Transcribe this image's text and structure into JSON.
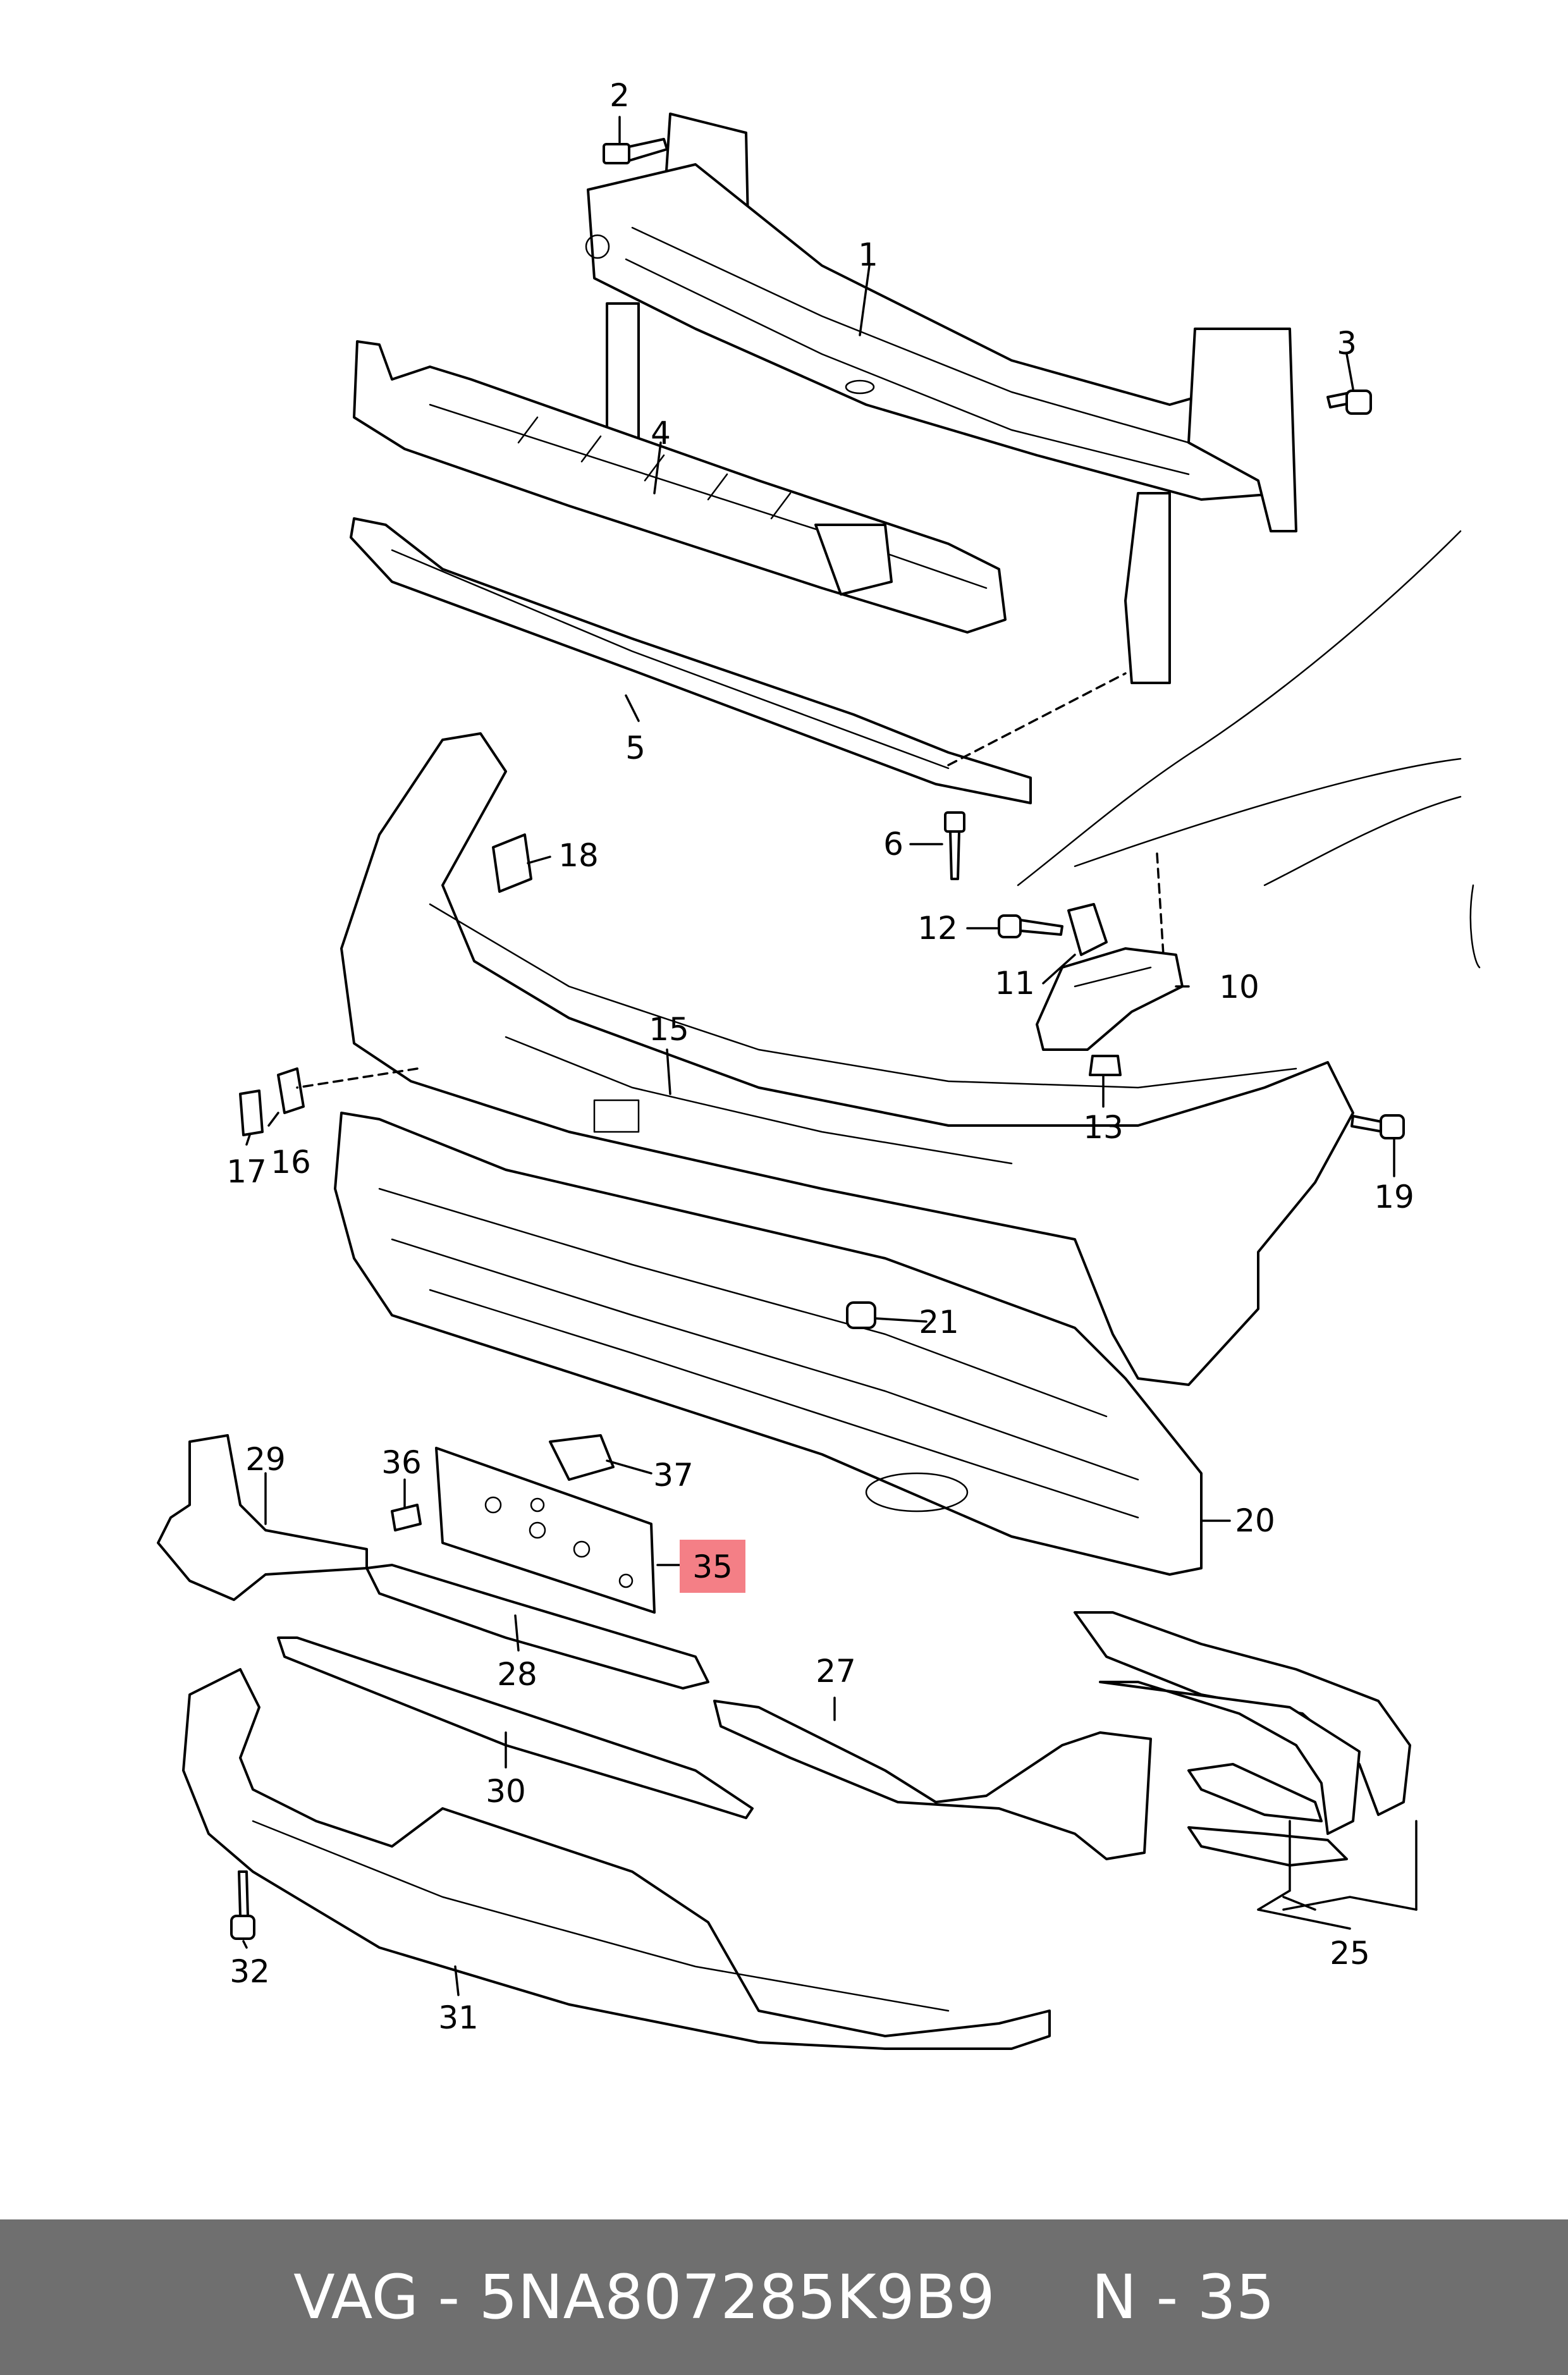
{
  "footer": {
    "brand": "VAG",
    "separator": " - ",
    "part_number": "5NA807285K9B9",
    "position_prefix": "N - ",
    "position": "35"
  },
  "highlight_color": "#f47f86",
  "callouts": [
    "1",
    "2",
    "3",
    "4",
    "5",
    "6",
    "10",
    "11",
    "12",
    "13",
    "15",
    "16",
    "17",
    "18",
    "19",
    "20",
    "21",
    "25",
    "27",
    "28",
    "29",
    "30",
    "31",
    "32",
    "35",
    "36",
    "37"
  ],
  "highlighted_callout": "35"
}
